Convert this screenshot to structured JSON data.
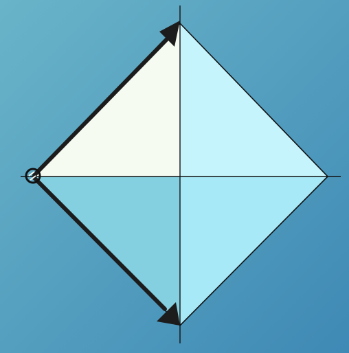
{
  "diagram": {
    "shape": "diamond",
    "quadrants": [
      {
        "name": "top-left",
        "color": "#f5fbf1"
      },
      {
        "name": "top-right",
        "color": "#c6f4fc"
      },
      {
        "name": "bottom-left",
        "color": "#84cfe0"
      },
      {
        "name": "bottom-right",
        "color": "#a7e9f7"
      }
    ],
    "background": {
      "gradient_start": "#6ab4c9",
      "gradient_end": "#3e89b5"
    },
    "stroke_color": "#111111",
    "arrow_color": "#1c1c1c",
    "arrows": [
      {
        "name": "upper-left-edge-arrow",
        "direction": "up-right"
      },
      {
        "name": "lower-left-edge-arrow",
        "direction": "down-right"
      }
    ],
    "origin_marker": {
      "name": "left-vertex-marker",
      "shape": "circle"
    }
  }
}
